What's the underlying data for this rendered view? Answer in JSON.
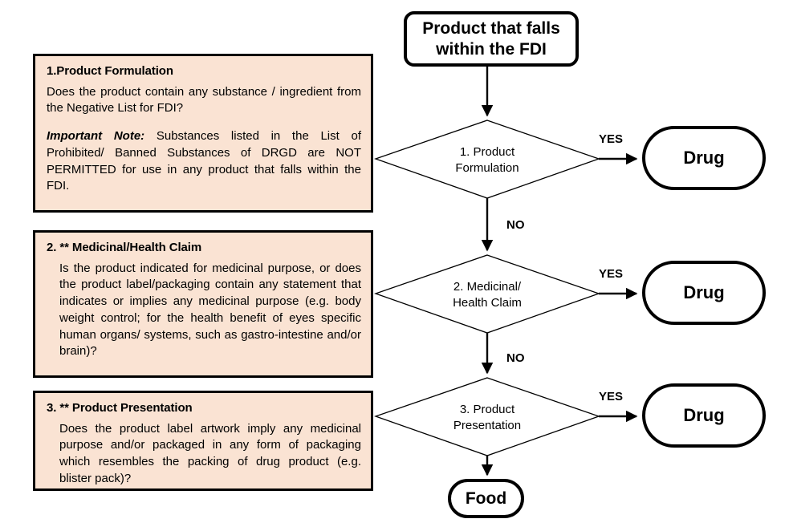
{
  "diagram": {
    "title": "FDI product classification decision flow",
    "colors": {
      "panel_fill": "#FAE3D3",
      "stroke": "#000000",
      "node_fill": "#FFFFFF",
      "background": "#FFFFFF"
    }
  },
  "panels": [
    {
      "title": "1.Product Formulation",
      "question": "Does the product contain any substance / ingredient from the Negative List for FDI?",
      "note_lead": "Important Note:",
      "note_body": " Substances listed in the List of Prohibited/ Banned Substances of DRGD are NOT PERMITTED for use in any product that falls within the FDI."
    },
    {
      "title": "2. ** Medicinal/Health Claim",
      "question": "Is the product indicated for medicinal purpose, or does the product label/packaging contain any statement that indicates or implies any medicinal purpose (e.g. body weight control; for the health benefit of eyes specific human organs/ systems, such as gastro-intestine and/or brain)?"
    },
    {
      "title": "3. ** Product Presentation",
      "question": "Does the product label artwork imply any medicinal purpose and/or packaged in any form of packaging which resembles the packing of drug product (e.g. blister pack)?"
    }
  ],
  "flow": {
    "start": {
      "line1": "Product that falls",
      "line2": "within the FDI"
    },
    "decisions": [
      {
        "line1": "1. Product",
        "line2": "Formulation"
      },
      {
        "line1": "2. Medicinal/",
        "line2": "Health Claim"
      },
      {
        "line1": "3. Product",
        "line2": "Presentation"
      }
    ],
    "outcomes": {
      "drug": "Drug",
      "food": "Food"
    },
    "edge_labels": {
      "yes": "YES",
      "no": "NO"
    }
  }
}
